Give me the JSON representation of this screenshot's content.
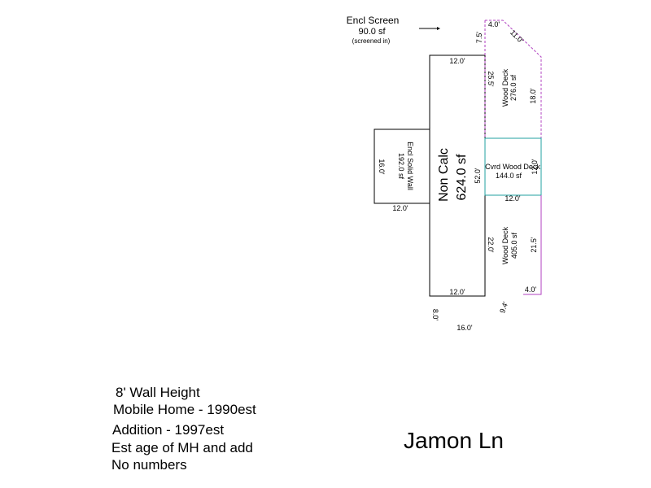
{
  "sketch": {
    "encl_screen": {
      "title": "Encl Screen",
      "area": "90.0 sf",
      "note": "(screened in)"
    },
    "main": {
      "label": "Non Calc",
      "area": "624.0 sf"
    },
    "encl_solid": {
      "title": "Encl Solid Wall",
      "area": "192.0 sf"
    },
    "deck_upper": {
      "title": "Wood Deck",
      "area": "276.0 sf"
    },
    "covered_deck": {
      "title": "Cvrd Wood Deck",
      "area": "144.0 sf"
    },
    "deck_lower": {
      "title": "Wood Deck",
      "area": "405.0 sf"
    },
    "dims": {
      "main_top": "12.0'",
      "main_bottom": "12.0'",
      "main_right": "52.0'",
      "solid_left": "16.0'",
      "solid_bottom": "12.0'",
      "screen_top": "4.0'",
      "screen_diag": "11.0'",
      "screen_left": "7.5'",
      "upper_left": "25.5'",
      "upper_right": "18.0'",
      "covered_right": "12.0'",
      "covered_bottom": "12.0'",
      "lower_left": "22.0'",
      "lower_right": "21.5'",
      "lower_bottom": "4.0'",
      "lower_diag": "9.4'",
      "below_left": "8.0'",
      "below_bottom": "16.0'"
    }
  },
  "notes": {
    "wall_height": "8' Wall Height",
    "mobile_home": "Mobile Home - 1990est",
    "addition": "Addition - 1997est",
    "est_age": "Est age of MH and add",
    "no_numbers": "No numbers"
  },
  "street": "Jamon Ln",
  "colors": {
    "outline": "#000000",
    "screen_outline": "#b040c0",
    "covered_outline": "#20a0a0",
    "divider": "#2040c0"
  }
}
